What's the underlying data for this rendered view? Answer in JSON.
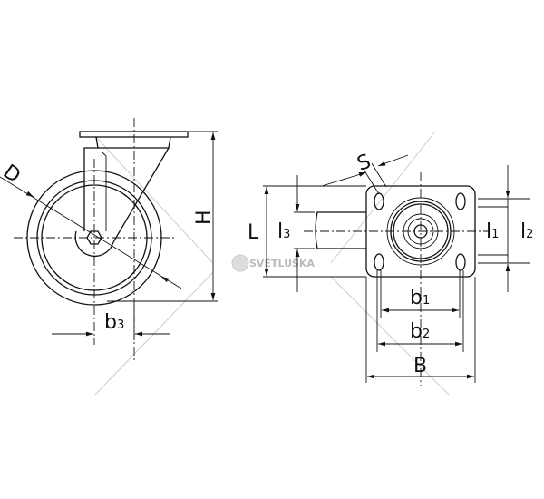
{
  "watermark": {
    "brand": "SVĚTLUŠKA"
  },
  "side_view": {
    "labels": {
      "D": "D",
      "H": "H",
      "b3_main": "b",
      "b3_sub": "3"
    }
  },
  "top_view": {
    "labels": {
      "S": "S",
      "L": "L",
      "l3_main": "l",
      "l3_sub": "3",
      "l1_main": "l",
      "l1_sub": "1",
      "l2_main": "l",
      "l2_sub": "2",
      "b1_main": "b",
      "b1_sub": "1",
      "b2_main": "b",
      "b2_sub": "2",
      "B": "B"
    }
  }
}
